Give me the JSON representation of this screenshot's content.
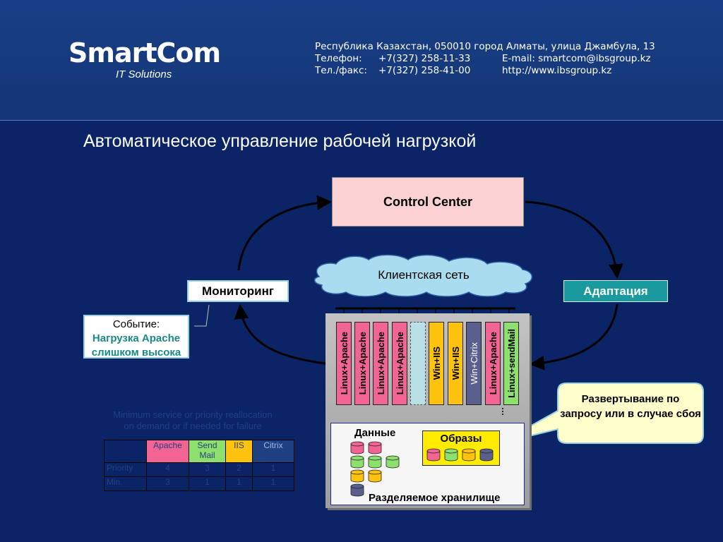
{
  "header": {
    "logo_main": "SmartCom",
    "logo_sub": "IT Solutions",
    "address": "Республика Казахстан, 050010 город Алматы, улица Джамбула, 13",
    "phone_label": "Телефон:",
    "phone": "+7(327) 258-11-33",
    "email": "E-mail: smartcom@ibsgroup.kz",
    "fax_label": "Тел./факс:",
    "fax": "+7(327) 258-41-00",
    "website": "http://www.ibsgroup.kz"
  },
  "title": "Автоматическое управление рабочей нагрузкой",
  "diagram": {
    "control_center": "Control Center",
    "monitoring": "Мониторинг",
    "adaptation": "Адаптация",
    "client_network": "Клиентская сеть",
    "event": {
      "line1": "Событие:",
      "line2": "Нагрузка Apache",
      "line3": "слишком высока"
    },
    "servers": [
      {
        "label": "Linux+Apache",
        "color": "#f26493"
      },
      {
        "label": "Linux+Apache",
        "color": "#f26493"
      },
      {
        "label": "Linux+Apache",
        "color": "#f26493"
      },
      {
        "label": "Linux+Apache",
        "color": "#f26493"
      },
      {
        "label": "",
        "color": "#b9e0e6"
      },
      {
        "label": "Win+IIS",
        "color": "#ffc20e"
      },
      {
        "label": "Win+IIS",
        "color": "#ffc20e"
      },
      {
        "label": "Win+Citrix",
        "color": "#5a5f8e"
      },
      {
        "label": "Linux+Apache",
        "color": "#f26493"
      },
      {
        "label": "Linux+sendMail",
        "color": "#8ee06e"
      }
    ],
    "data_label": "Данные",
    "images_label": "Образы",
    "storage_label": "Разделяемое хранилище",
    "callout": "Развертывание по запросу или в случае сбоя"
  },
  "priority": {
    "note_line1": "Minimum service or priority reallocation",
    "note_line2": "on demand or if needed for failure",
    "headers": [
      "",
      "Apache",
      "Send Mail",
      "IIS",
      "Citrix"
    ],
    "header_colors": [
      "#0b2465",
      "#f26493",
      "#8ee06e",
      "#ffc20e",
      "#1e3f82"
    ],
    "rows": [
      [
        "Priority",
        "4",
        "3",
        "2",
        "1"
      ],
      [
        "Min.",
        "3",
        "1",
        "1",
        "1"
      ]
    ]
  }
}
